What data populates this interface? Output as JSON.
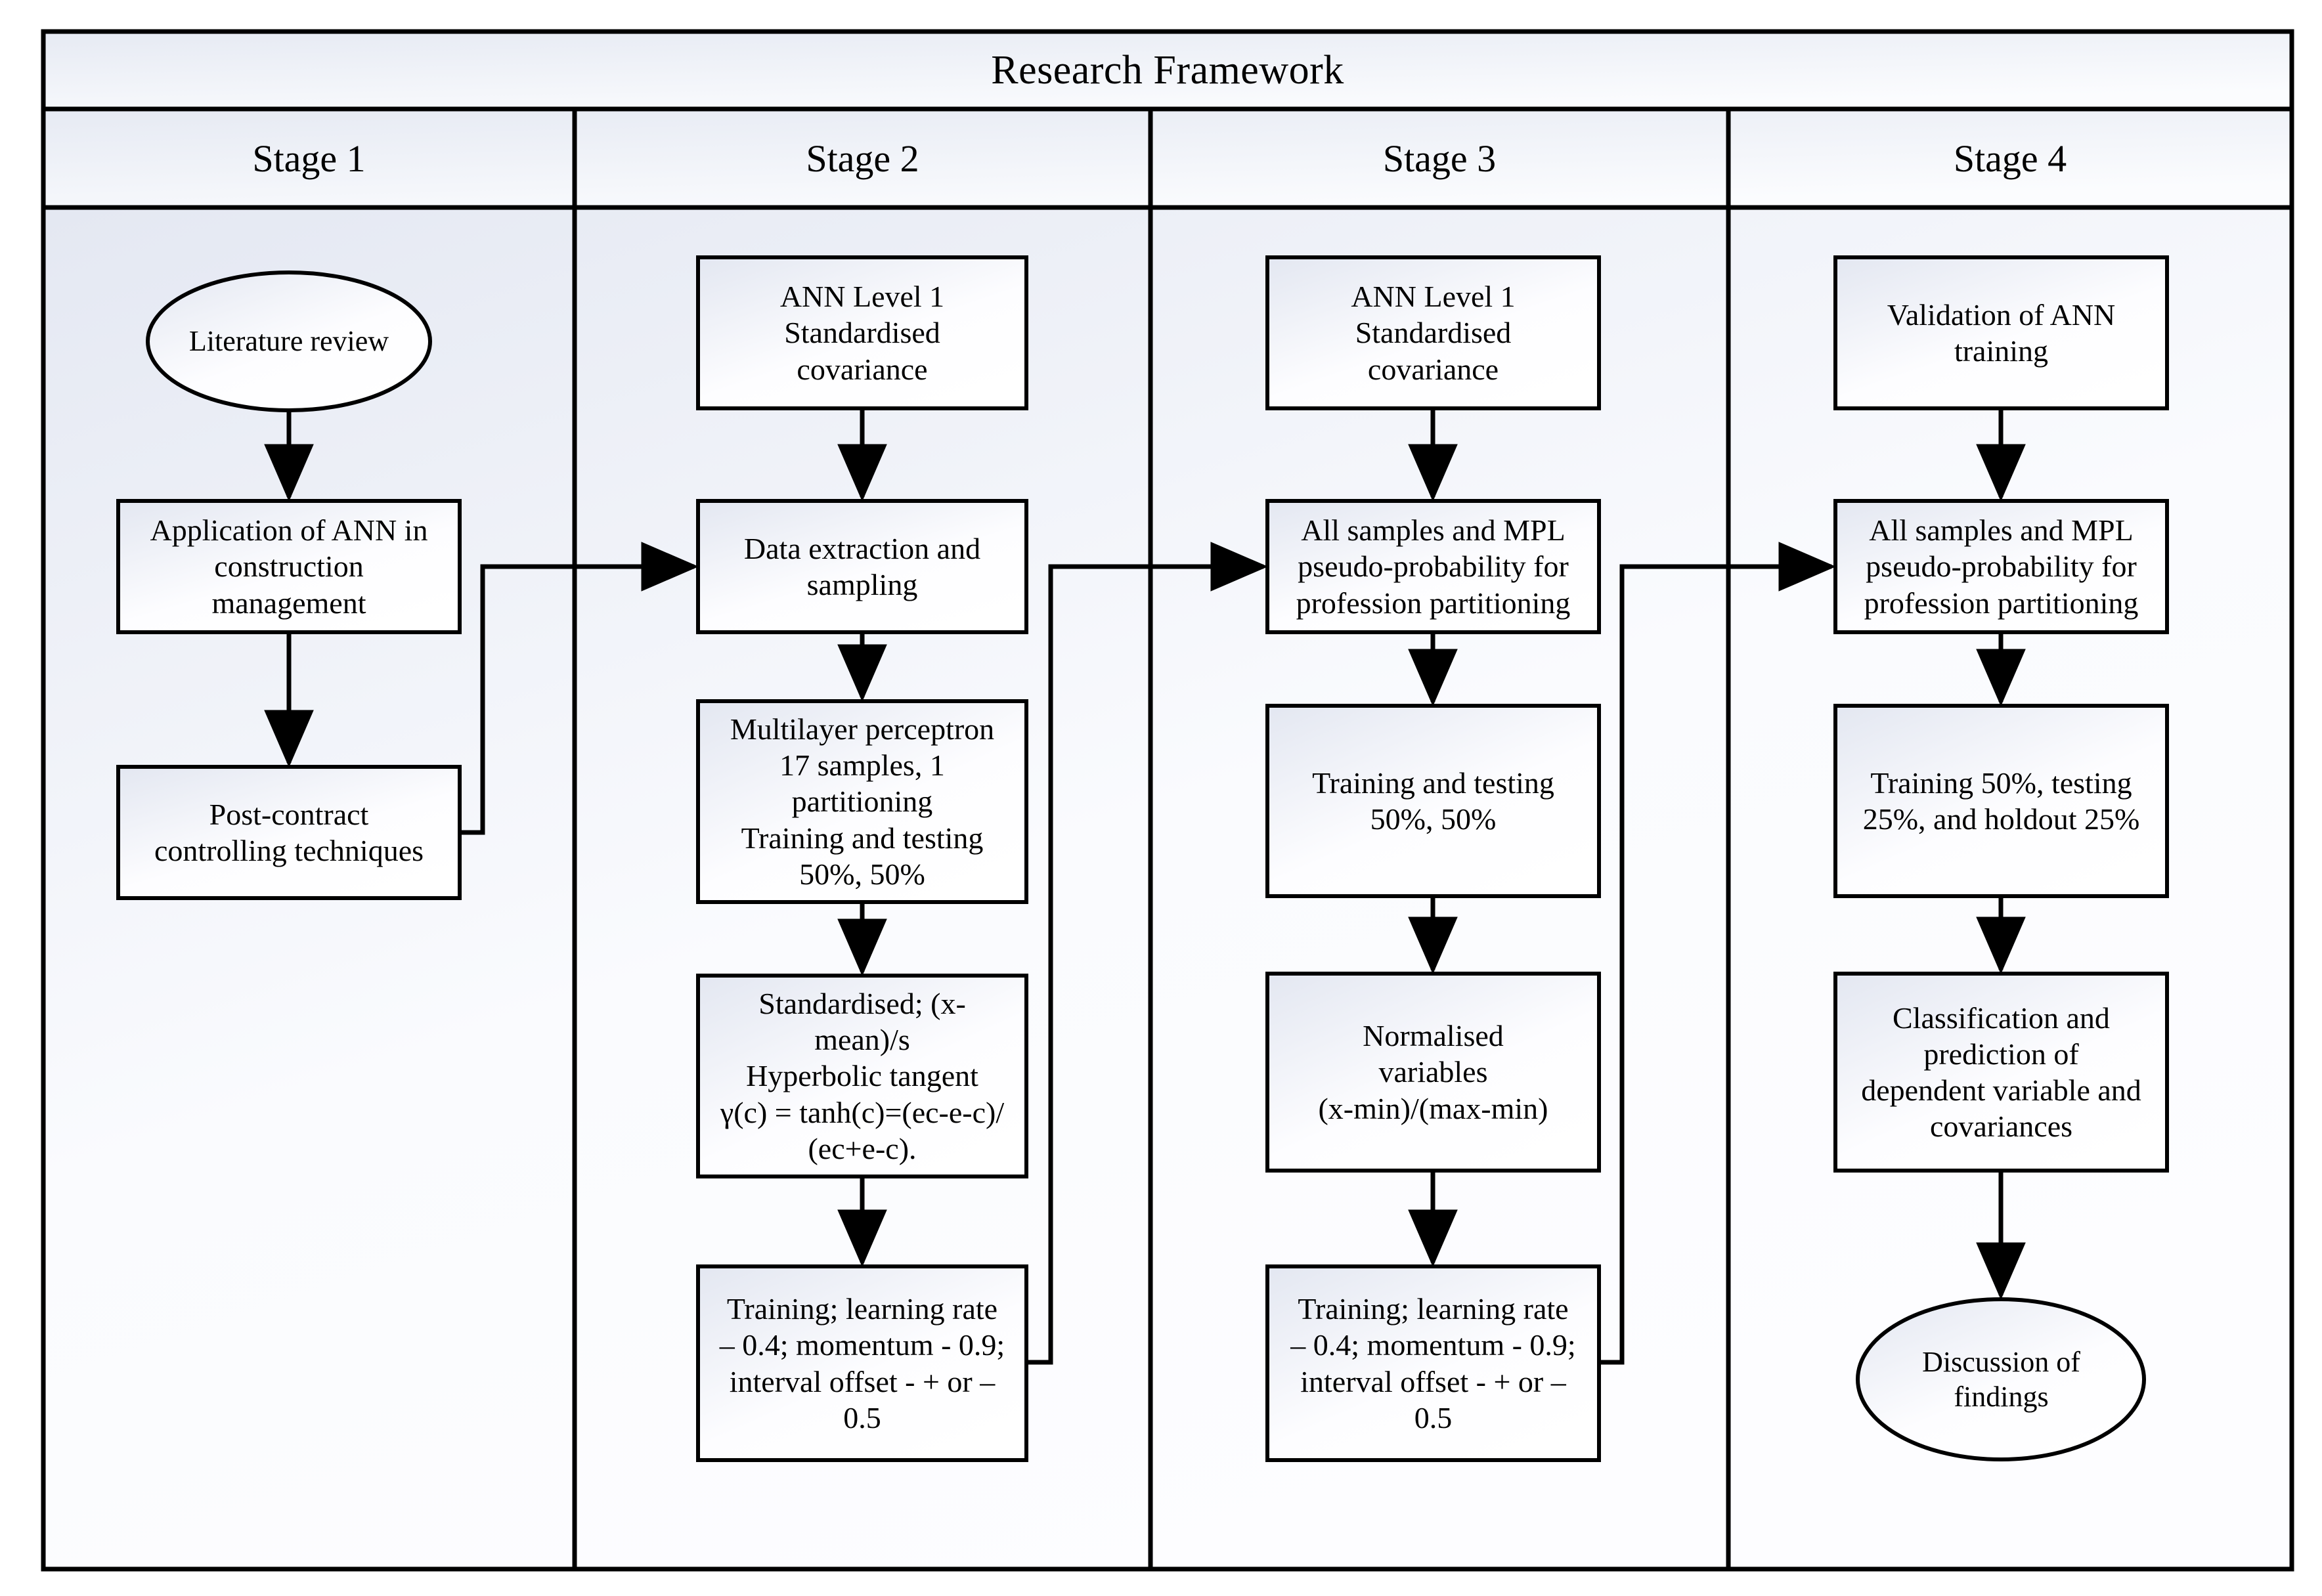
{
  "diagram": {
    "title": "Research Framework",
    "type": "flowchart",
    "columns": [
      {
        "header": "Stage 1"
      },
      {
        "header": "Stage 2"
      },
      {
        "header": "Stage 3"
      },
      {
        "header": "Stage 4"
      }
    ],
    "colors": {
      "stroke": "#000000",
      "panel_fill_top": "#e4e8f2",
      "panel_fill_bottom": "#fdfdff",
      "node_fill_top": "#e3e7f1",
      "node_fill_bottom": "#ffffff",
      "title_band_top": "#e6eaf3",
      "title_band_bottom": "#fbfcfe"
    },
    "nodes": {
      "s1_n1": {
        "shape": "ellipse",
        "label": "Literature review"
      },
      "s1_n2": {
        "shape": "rect",
        "label": "Application of ANN in\nconstruction\nmanagement"
      },
      "s1_n3": {
        "shape": "rect",
        "label": "Post-contract\ncontrolling techniques"
      },
      "s2_n1": {
        "shape": "rect",
        "label": "ANN Level 1\nStandardised\ncovariance"
      },
      "s2_n2": {
        "shape": "rect",
        "label": "Data extraction and\nsampling"
      },
      "s2_n3": {
        "shape": "rect",
        "label": "Multilayer perceptron\n17 samples, 1\npartitioning\nTraining and testing\n50%,   50%"
      },
      "s2_n4": {
        "shape": "rect",
        "label": "Standardised; (x-\nmean)/s\nHyperbolic tangent\nγ(c) = tanh(c)=(ec-e-c)/\n(ec+e-c)."
      },
      "s2_n5": {
        "shape": "rect",
        "label": "Training; learning rate\n– 0.4; momentum - 0.9;\ninterval offset - + or –\n0.5"
      },
      "s3_n1": {
        "shape": "rect",
        "label": "ANN Level 1\nStandardised\ncovariance"
      },
      "s3_n2": {
        "shape": "rect",
        "label": "All samples and MPL\npseudo-probability for\nprofession partitioning"
      },
      "s3_n3": {
        "shape": "rect",
        "label": "Training and testing\n50%,   50%"
      },
      "s3_n4": {
        "shape": "rect",
        "label": "Normalised\nvariables\n(x-min)/(max-min)"
      },
      "s3_n5": {
        "shape": "rect",
        "label": "Training; learning rate\n– 0.4; momentum - 0.9;\ninterval offset - + or –\n0.5"
      },
      "s4_n1": {
        "shape": "rect",
        "label": "Validation of ANN\ntraining"
      },
      "s4_n2": {
        "shape": "rect",
        "label": "All samples and MPL\npseudo-probability for\nprofession partitioning"
      },
      "s4_n3": {
        "shape": "rect",
        "label": "Training 50%, testing\n25%, and holdout 25%"
      },
      "s4_n4": {
        "shape": "rect",
        "label": "Classification and\nprediction of\ndependent variable and\ncovariances"
      },
      "s4_n5": {
        "shape": "ellipse",
        "label": "Discussion of\nfindings"
      }
    },
    "edges": [
      {
        "from": "s1_n1",
        "to": "s1_n2",
        "kind": "vertical-arrow"
      },
      {
        "from": "s1_n2",
        "to": "s1_n3",
        "kind": "vertical-arrow"
      },
      {
        "from": "s1_n3",
        "to": "s2_n2",
        "kind": "elbow-arrow"
      },
      {
        "from": "s2_n1",
        "to": "s2_n2",
        "kind": "vertical-arrow"
      },
      {
        "from": "s2_n2",
        "to": "s2_n3",
        "kind": "vertical-arrow"
      },
      {
        "from": "s2_n3",
        "to": "s2_n4",
        "kind": "vertical-arrow"
      },
      {
        "from": "s2_n4",
        "to": "s2_n5",
        "kind": "vertical-arrow"
      },
      {
        "from": "s2_n5",
        "to": "s3_n2",
        "kind": "elbow-arrow"
      },
      {
        "from": "s3_n1",
        "to": "s3_n2",
        "kind": "vertical-arrow"
      },
      {
        "from": "s3_n2",
        "to": "s3_n3",
        "kind": "vertical-arrow"
      },
      {
        "from": "s3_n3",
        "to": "s3_n4",
        "kind": "vertical-arrow"
      },
      {
        "from": "s3_n4",
        "to": "s3_n5",
        "kind": "vertical-arrow"
      },
      {
        "from": "s3_n5",
        "to": "s4_n2",
        "kind": "elbow-arrow"
      },
      {
        "from": "s4_n1",
        "to": "s4_n2",
        "kind": "vertical-arrow"
      },
      {
        "from": "s4_n2",
        "to": "s4_n3",
        "kind": "vertical-arrow"
      },
      {
        "from": "s4_n3",
        "to": "s4_n4",
        "kind": "vertical-arrow"
      },
      {
        "from": "s4_n4",
        "to": "s4_n5",
        "kind": "vertical-arrow"
      }
    ]
  }
}
